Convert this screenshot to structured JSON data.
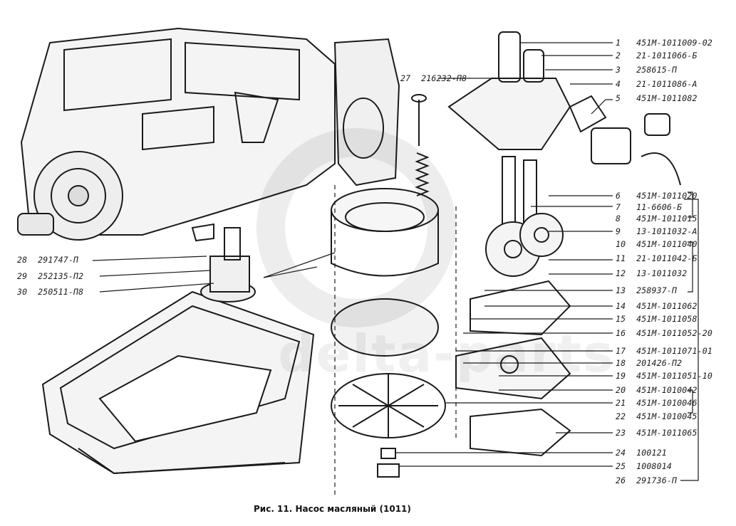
{
  "caption": "Рис. 11. Насос масляный (1011)",
  "watermark": "delta-parts",
  "parts": [
    {
      "num": "1",
      "code": "451М-1011009-02"
    },
    {
      "num": "2",
      "code": "21-1011066-Б"
    },
    {
      "num": "3",
      "code": "258615-П"
    },
    {
      "num": "4",
      "code": "21-1011086-А"
    },
    {
      "num": "5",
      "code": "451М-1011082"
    },
    {
      "num": "6",
      "code": "451М-1011020"
    },
    {
      "num": "7",
      "code": "11-6606-Б"
    },
    {
      "num": "8",
      "code": "451М-1011015"
    },
    {
      "num": "9",
      "code": "13-1011032-А"
    },
    {
      "num": "10",
      "code": "451М-1011040"
    },
    {
      "num": "11",
      "code": "21-1011042-Б"
    },
    {
      "num": "12",
      "code": "13-1011032"
    },
    {
      "num": "13",
      "code": "258937-П"
    },
    {
      "num": "14",
      "code": "451М-1011062"
    },
    {
      "num": "15",
      "code": "451М-1011058"
    },
    {
      "num": "16",
      "code": "451М-1011052-20"
    },
    {
      "num": "17",
      "code": "451М-1011071-01"
    },
    {
      "num": "18",
      "code": "201426-П2"
    },
    {
      "num": "19",
      "code": "451М-1011051-10"
    },
    {
      "num": "20",
      "code": "451М-1010042"
    },
    {
      "num": "21",
      "code": "451М-1010046"
    },
    {
      "num": "22",
      "code": "451М-1010045"
    },
    {
      "num": "23",
      "code": "451М-1011065"
    },
    {
      "num": "24",
      "code": "100121"
    },
    {
      "num": "25",
      "code": "1008014"
    },
    {
      "num": "26",
      "code": "291736-П"
    },
    {
      "num": "27",
      "code": "216232-П8"
    },
    {
      "num": "28",
      "code": "291747-П"
    },
    {
      "num": "29",
      "code": "252135-П2"
    },
    {
      "num": "30",
      "code": "250511-П8"
    }
  ]
}
